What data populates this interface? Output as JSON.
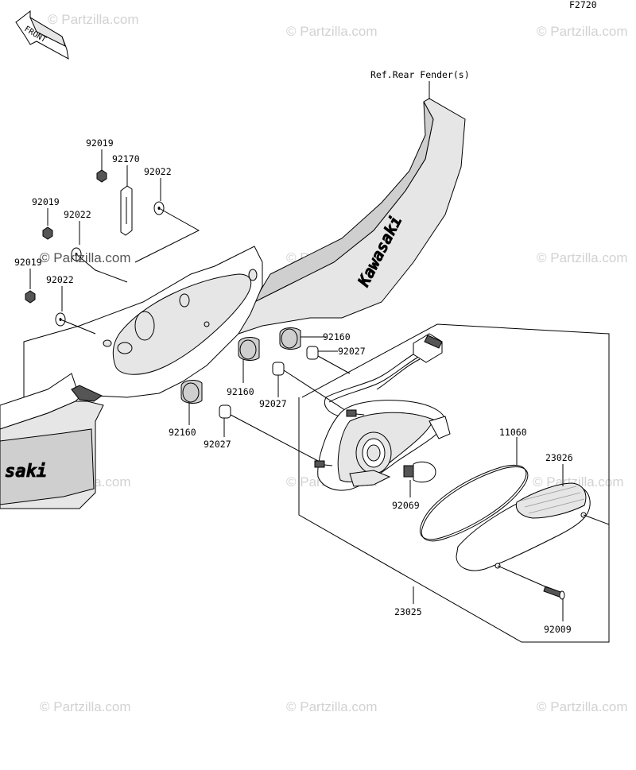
{
  "figure_code": "F2720",
  "front_label": "FRONT",
  "ref_label": "Ref.Rear Fender(s)",
  "brand_text": "Kawasaki",
  "brand_text_partial": "saki",
  "watermark": "© Partzilla.com",
  "parts": [
    {
      "id": "p92019a",
      "number": "92019"
    },
    {
      "id": "p92170",
      "number": "92170"
    },
    {
      "id": "p92022a",
      "number": "92022"
    },
    {
      "id": "p92019b",
      "number": "92019"
    },
    {
      "id": "p92022b",
      "number": "92022"
    },
    {
      "id": "p92019c",
      "number": "92019"
    },
    {
      "id": "p92022c",
      "number": "92022"
    },
    {
      "id": "p92160a",
      "number": "92160"
    },
    {
      "id": "p92027a",
      "number": "92027"
    },
    {
      "id": "p92160b",
      "number": "92160"
    },
    {
      "id": "p92027b",
      "number": "92027"
    },
    {
      "id": "p92160c",
      "number": "92160"
    },
    {
      "id": "p92027c",
      "number": "92027"
    },
    {
      "id": "p11060",
      "number": "11060"
    },
    {
      "id": "p23026",
      "number": "23026"
    },
    {
      "id": "p92069",
      "number": "92069"
    },
    {
      "id": "p23025",
      "number": "23025"
    },
    {
      "id": "p92009",
      "number": "92009"
    }
  ]
}
